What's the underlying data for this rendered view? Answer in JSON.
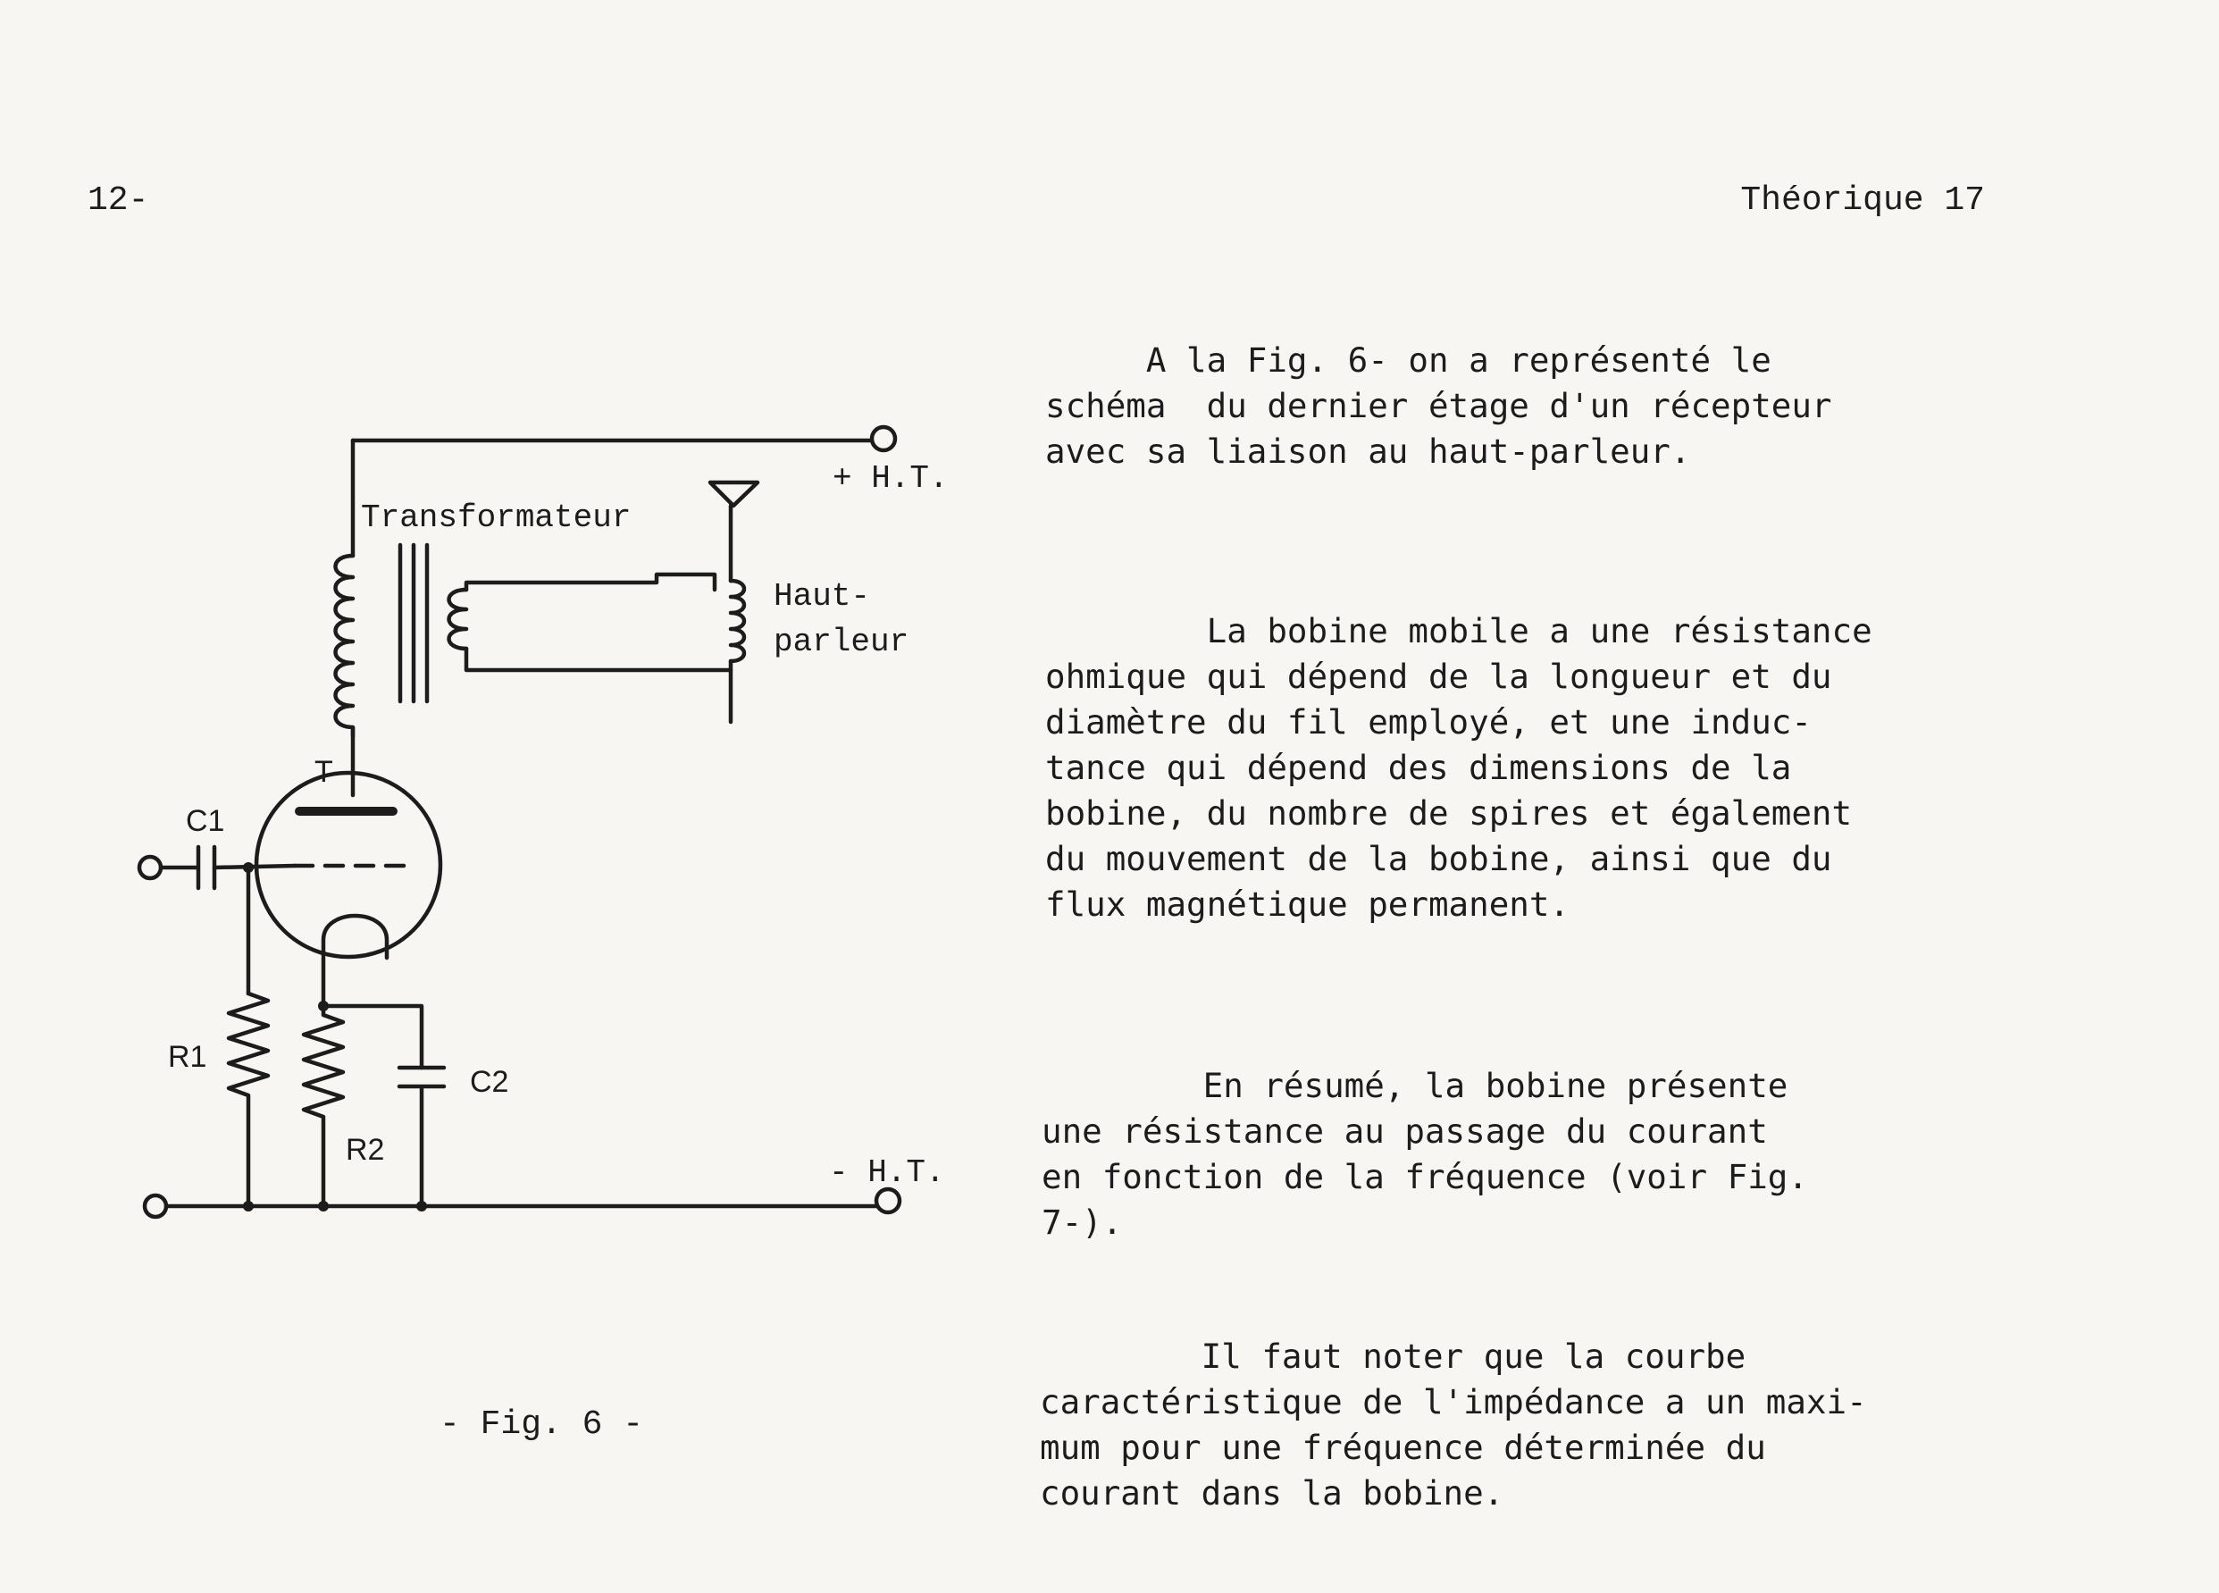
{
  "header": {
    "page_number": "12-",
    "section": "Théorique 17"
  },
  "paragraphs": [
    {
      "lines": [
        "     A la Fig. 6- on a représenté le",
        "schéma  du dernier étage d'un récepteur",
        "avec sa liaison au haut-parleur."
      ]
    },
    {
      "lines": [
        "        La bobine mobile a une résistance",
        "ohmique qui dépend de la longueur et du",
        "diamètre du fil employé, et une induc-",
        "tance qui dépend des dimensions de la",
        "bobine, du nombre de spires et également",
        "du mouvement de la bobine, ainsi que du",
        "flux magnétique permanent."
      ]
    },
    {
      "lines": [
        "        En résumé, la bobine présente",
        "une résistance au passage du courant",
        "en fonction de la fréquence (voir Fig.",
        "7-)."
      ]
    },
    {
      "lines": [
        "        Il faut noter que la courbe",
        "caractéristique de l'impédance a un maxi-",
        "mum pour une fréquence déterminée du",
        "courant dans la bobine."
      ]
    }
  ],
  "figure": {
    "caption": "- Fig. 6 -",
    "labels": {
      "plus_ht": "+ H.T.",
      "minus_ht": "- H.T.",
      "transformer": "Transformateur",
      "speaker_line1": "Haut-",
      "speaker_line2": "parleur",
      "tube": "T",
      "c1": "C1",
      "c2": "C2",
      "r1": "R1",
      "r2": "R2"
    }
  }
}
